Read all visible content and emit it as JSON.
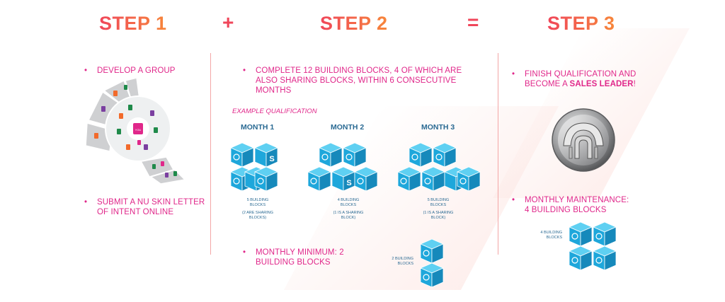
{
  "steps": {
    "step1_title": "STEP 1",
    "plus": "+",
    "step2_title": "STEP 2",
    "equals": "=",
    "step3_title": "STEP 3"
  },
  "step1": {
    "develop": "DEVELOP A GROUP",
    "submit_line1": "SUBMIT A NU SKIN LETTER",
    "submit_line2": "OF INTENT ONLINE",
    "center_label": "YOU"
  },
  "step2": {
    "complete_line1": "COMPLETE 12 BUILDING BLOCKS, 4 OF WHICH ARE",
    "complete_line2": "ALSO SHARING BLOCKS, WITHIN 6 CONSECUTIVE",
    "complete_line3": "MONTHS",
    "example": "EXAMPLE QUALIFICATION",
    "months": [
      {
        "label": "MONTH 1",
        "cap1": "5 BUILDING",
        "cap2": "BLOCKS",
        "cap3": "(2 ARE SHARING",
        "cap4": "BLOCKS)"
      },
      {
        "label": "MONTH 2",
        "cap1": "4 BUILDING",
        "cap2": "BLOCKS",
        "cap3": "(1 IS A SHARING",
        "cap4": "BLOCK)"
      },
      {
        "label": "MONTH 3",
        "cap1": "5 BUILDING",
        "cap2": "BLOCKS",
        "cap3": "(1 IS A SHARING",
        "cap4": "BLOCK)"
      }
    ],
    "minimum_line1": "MONTHLY MINIMUM: 2",
    "minimum_line2": "BUILDING BLOCKS",
    "min_cap1": "2 BUILDING",
    "min_cap2": "BLOCKS"
  },
  "step3": {
    "finish_line1": "FINISH QUALIFICATION AND",
    "finish_pre": "BECOME A ",
    "finish_bold": "SALES LEADER",
    "finish_post": "!",
    "maint_line1": "MONTHLY MAINTENANCE:",
    "maint_line2": "4 BUILDING BLOCKS",
    "maint_cap1": "4 BUILDING",
    "maint_cap2": "BLOCKS"
  },
  "colors": {
    "accent_pink": "#e0278a",
    "step_gradient_start": "#f0465a",
    "step_gradient_end": "#f7873a",
    "block_blue": "#29b3e3",
    "caption_blue": "#2a6a93"
  },
  "icons": [
    "group-wheel-icon",
    "nu-skin-logo-icon",
    "building-block-icon",
    "sharing-block-icon"
  ]
}
